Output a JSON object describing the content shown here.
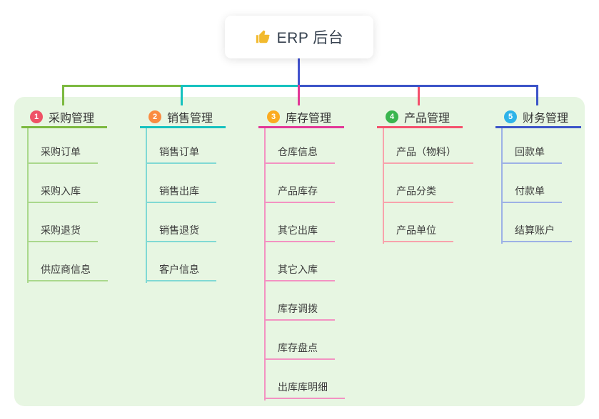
{
  "root": {
    "title": "ERP 后台",
    "icon": "thumbs-up-icon"
  },
  "colors": {
    "panel_bg": "#e7f6e2",
    "root_line": "#4252cd",
    "thumb": "#f2ba2e",
    "title_text": "#35404e",
    "item_text": "#3c3c3c"
  },
  "branches": [
    {
      "index": "1",
      "label": "采购管理",
      "badge_color": "#ef5266",
      "line_color": "#7cb93f",
      "child_line_color": "#aad88c",
      "children": [
        "采购订单",
        "采购入库",
        "采购退货",
        "供应商信息"
      ]
    },
    {
      "index": "2",
      "label": "销售管理",
      "badge_color": "#fa8c41",
      "line_color": "#16c2bf",
      "child_line_color": "#80d9d4",
      "children": [
        "销售订单",
        "销售出库",
        "销售退货",
        "客户信息"
      ]
    },
    {
      "index": "3",
      "label": "库存管理",
      "badge_color": "#fbab20",
      "line_color": "#e23897",
      "child_line_color": "#f392c2",
      "children": [
        "仓库信息",
        "产品库存",
        "其它出库",
        "其它入库",
        "库存调拨",
        "库存盘点",
        "出库库明细"
      ]
    },
    {
      "index": "4",
      "label": "产品管理",
      "badge_color": "#3ab54e",
      "line_color": "#f4516c",
      "child_line_color": "#f8a2ac",
      "children": [
        "产品（物料）",
        "产品分类",
        "产品单位"
      ]
    },
    {
      "index": "5",
      "label": "财务管理",
      "badge_color": "#2eb3e9",
      "line_color": "#3c54c8",
      "child_line_color": "#9db1e6",
      "children": [
        "回款单",
        "付款单",
        "结算账户"
      ]
    }
  ]
}
